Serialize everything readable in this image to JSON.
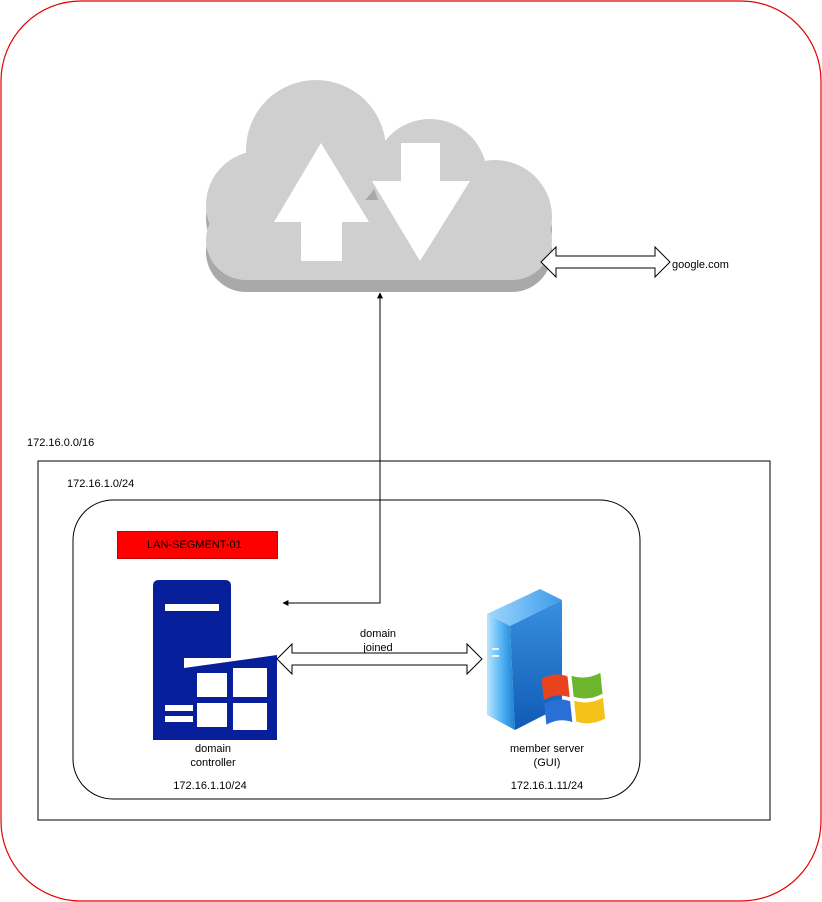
{
  "internet": {
    "cloud_icon": "cloud-upload-download-icon",
    "destination_label": "google.com"
  },
  "network": {
    "cidr_label": "172.16.0.0/16",
    "subnet": {
      "cidr_label": "172.16.1.0/24",
      "segment_badge": "LAN-SEGMENT-01",
      "segment_color": "#ff0000"
    }
  },
  "nodes": {
    "domain_controller": {
      "icon": "windows-server-icon",
      "name_line1": "domain",
      "name_line2": "controller",
      "ip": "172.16.1.10/24"
    },
    "member_server": {
      "icon": "windows-xp-server-icon",
      "name_line1": "member server",
      "name_line2": "(GUI)",
      "ip": "172.16.1.11/24"
    }
  },
  "links": {
    "dc_to_member_line1": "domain",
    "dc_to_member_line2": "joined"
  },
  "colors": {
    "outer_border": "#e00000",
    "cloud": "#cfcfcf",
    "cloud_shadow": "#a9a9a9",
    "server_blue": "#071f9a"
  }
}
